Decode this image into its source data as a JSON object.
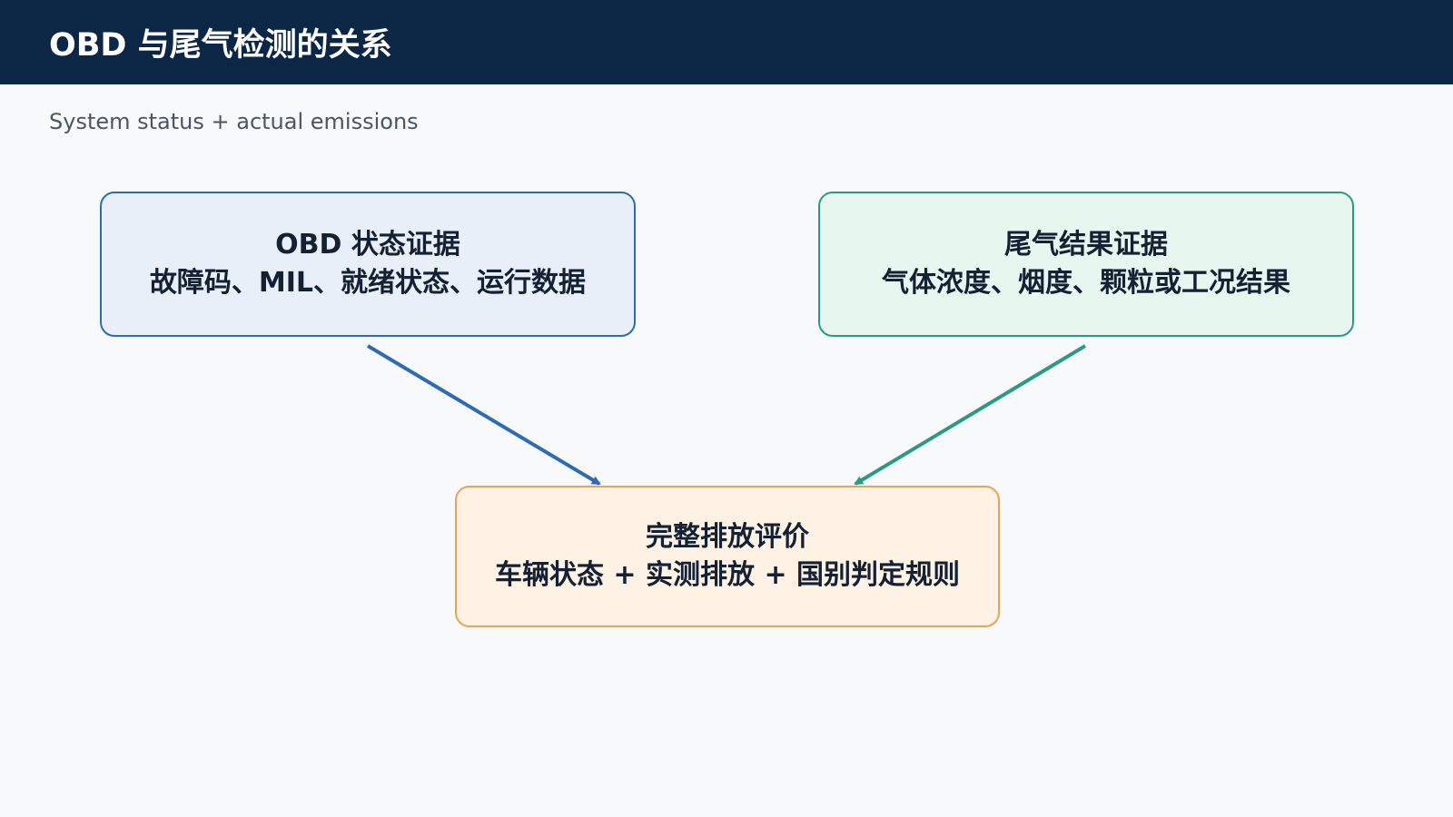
{
  "header": {
    "title": "OBD 与尾气检测的关系"
  },
  "subtitle": "System status + actual emissions",
  "nodes": {
    "obd": {
      "title": "OBD 状态证据",
      "detail": "故障码、MIL、就绪状态、运行数据"
    },
    "exhaust": {
      "title": "尾气结果证据",
      "detail": "气体浓度、烟度、颗粒或工况结果"
    },
    "result": {
      "title": "完整排放评价",
      "detail": "车辆状态 + 实测排放 + 国别判定规则"
    }
  },
  "colors": {
    "header_bg": "#0c2646",
    "obd_accent": "#2f6bb1",
    "exhaust_accent": "#2a9a86",
    "result_accent": "#eaa15a"
  }
}
